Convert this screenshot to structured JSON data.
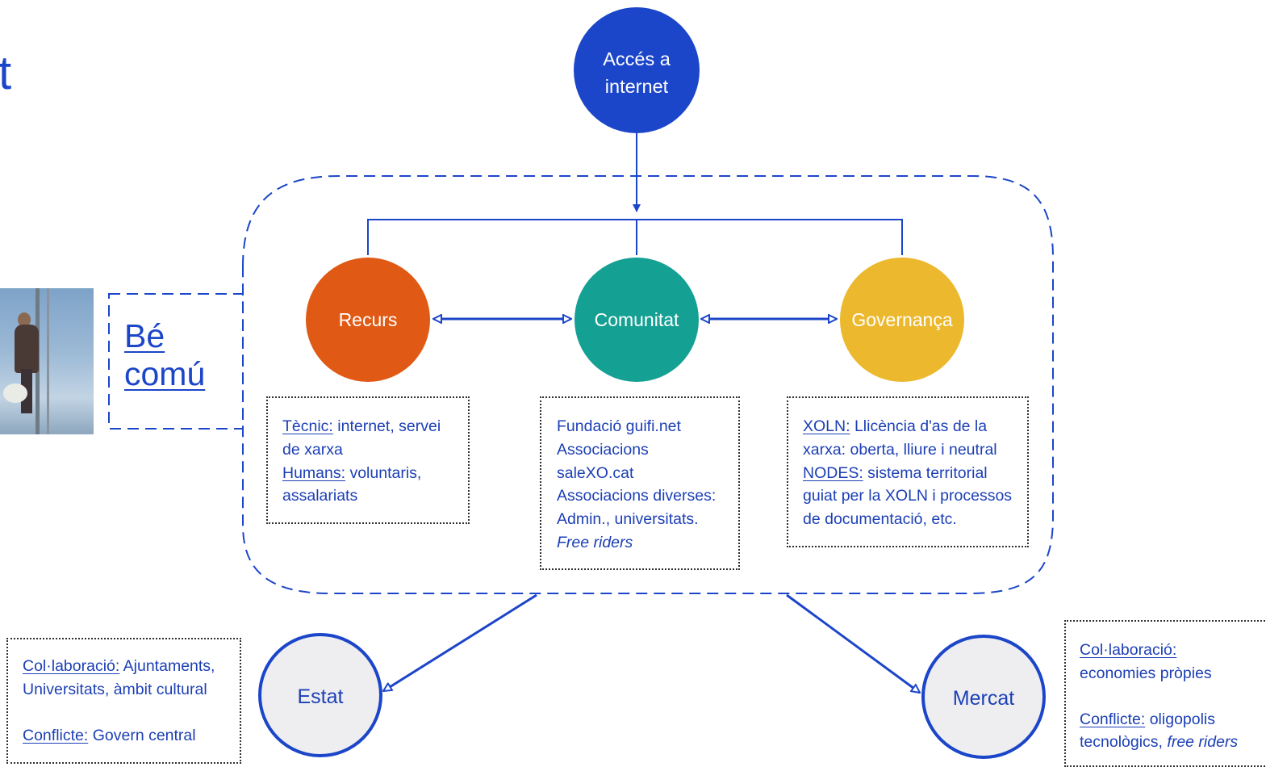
{
  "title_fragment": "t",
  "be_comu": [
    "Bé",
    "comú"
  ],
  "top_node": [
    "Accés a",
    "internet"
  ],
  "pillars": {
    "recurs": "Recurs",
    "comunitat": "Comunitat",
    "governanca": "Governança"
  },
  "recurs_box": {
    "tecnic_label": "Tècnic:",
    "tecnic_text": " internet, servei",
    "tecnic_cont": "de xarxa",
    "humans_label": "Humans:",
    "humans_text": " voluntaris,",
    "humans_cont": "assalariats"
  },
  "comunitat_box": {
    "lines": [
      "Fundació guifi.net",
      "Associacions",
      "saleXO.cat",
      "Associacions diverses:",
      "Admin., universitats."
    ],
    "italic_line": "Free riders"
  },
  "governanca_box": {
    "xoln_label": "XOLN:",
    "xoln_text": " Llicència d'as de la",
    "xoln_cont": "xarxa: oberta, lliure i neutral",
    "nodes_label": "NODES:",
    "nodes_text": " sistema territorial",
    "nodes_cont1": "guiat per la XOLN i processos",
    "nodes_cont2": "de documentació, etc."
  },
  "estat": {
    "label": "Estat",
    "colab_label": "Col·laboració:",
    "colab_text": " Ajuntaments,",
    "colab_cont": "Universitats, àmbit cultural",
    "conflict_label": "Conflicte:",
    "conflict_text": " Govern central"
  },
  "mercat": {
    "label": "Mercat",
    "colab_label": "Col·laboració:",
    "colab_cont": "economies pròpies",
    "conflict_label": "Conflicte:",
    "conflict_text": " oligopolis",
    "conflict_cont": "tecnològics, ",
    "conflict_italic": "free riders"
  },
  "colors": {
    "blue": "#1c46c9",
    "recurs": "#e05a16",
    "comunitat": "#14a092",
    "governanca": "#ecb82e",
    "grey_node": "#eeeef0"
  }
}
